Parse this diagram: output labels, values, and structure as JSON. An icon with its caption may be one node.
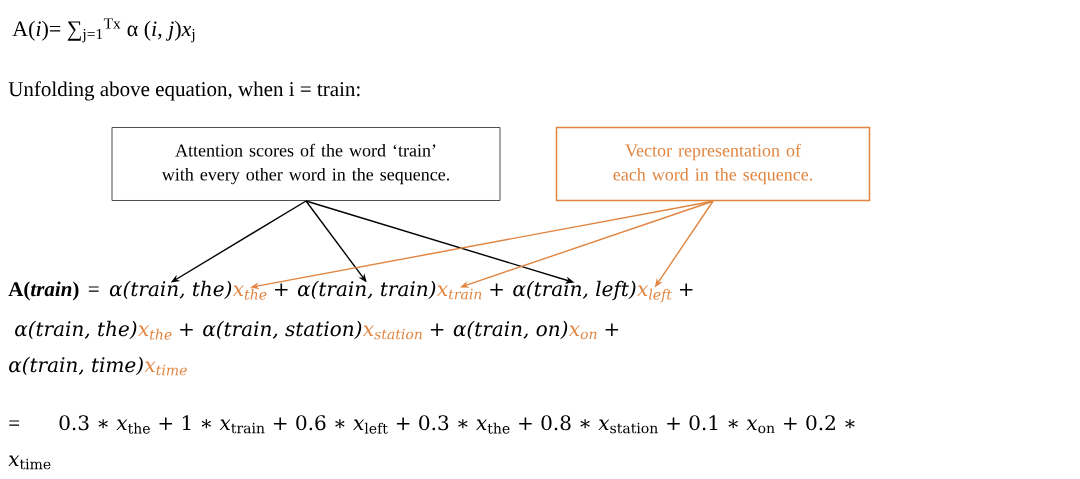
{
  "diagram": {
    "nodes": [
      {
        "text": [
          "Attention scores of the word ‘train’ with every other word in the sequence."
        ]
      },
      {
        "text": [
          "Vector representation of each word in the sequence."
        ]
      },
      {
        "text": [
          "α(train, the)"
        ]
      },
      {
        "text": [
          "x$_{the}$"
        ]
      },
      {
        "text": [
          "α(train, train)"
        ]
      },
      {
        "text": [
          "x$_{train}$"
        ]
      },
      {
        "text": [
          "α(train, left)"
        ]
      },
      {
        "text": [
          "x$_{left}$"
        ]
      }
    ],
    "edges": [
      {
        "from": 0,
        "to": 2,
        "arrow": "to"
      },
      {
        "from": 0,
        "to": 4,
        "arrow": "to"
      },
      {
        "from": 0,
        "to": 6,
        "arrow": "to"
      },
      {
        "from": 1,
        "to": 3,
        "arrow": "to",
        "color": "#e0843f"
      },
      {
        "from": 1,
        "to": 5,
        "arrow": "to",
        "color": "#e0843f"
      },
      {
        "from": 1,
        "to": 7,
        "arrow": "to",
        "color": "#e0843f"
      }
    ],
    "labels": [
      "A(*i*)= ∑$_{j=1}$$^{Tx}$ α (*i*, *j*)*x*$_{j}$",
      "Unfolding above equation, when i = train:",
      "A(*train*)",
      "=",
      "+",
      "+",
      "+",
      "α(train, the)",
      "x$_{the}$",
      "+",
      "α(train, station)",
      "x$_{station}$",
      "+",
      "α(train, on)",
      "x$_{on}$",
      "+",
      "α(train, time)",
      "x$_{time}$",
      "=",
      "0.3 ∗ *x*$_{the}$ + 1 ∗ *x*$_{train}$ + 0.6 ∗ *x*$_{left}$ + 0.3 ∗ *x*$_{the}$ + 0.8 ∗ *x*$_{station}$ + 0.1 ∗ *x*$_{on}$ + 0.2 ∗",
      "*x*$_{time}$"
    ]
  }
}
